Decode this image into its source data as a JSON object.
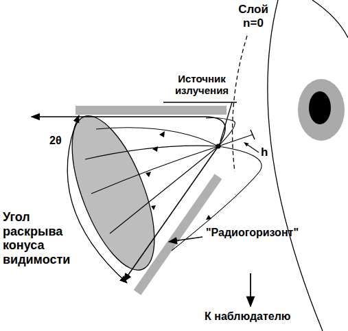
{
  "diagram": {
    "labels": [
      "Слой n=0",
      "Источник излучения",
      "h",
      "2θ",
      "Угол раскрыва конуса видимости",
      "\"Радиогоризонт\"",
      "К наблюдателю"
    ]
  }
}
